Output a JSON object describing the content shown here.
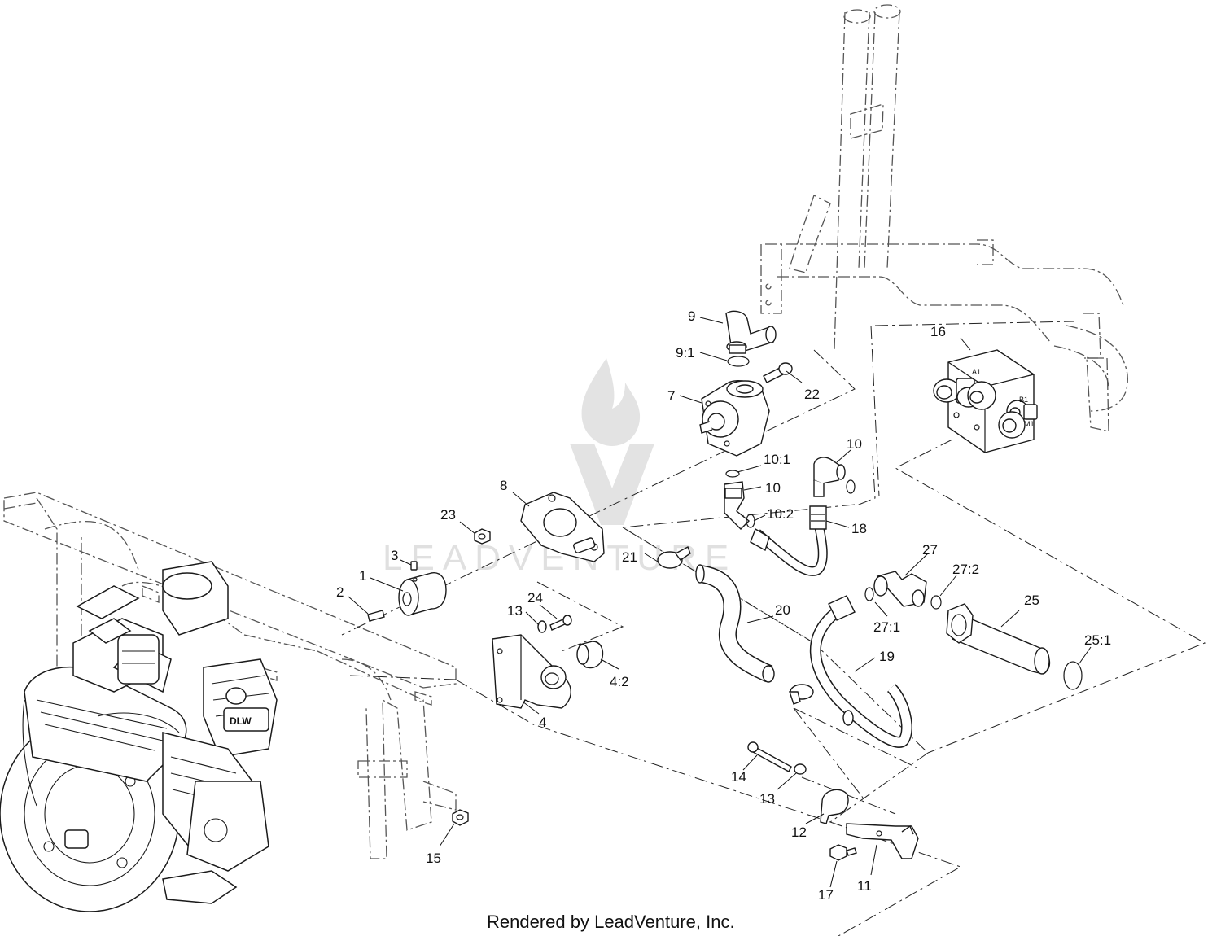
{
  "footer": {
    "credit": "Rendered by LeadVenture, Inc."
  },
  "watermark": {
    "text": "LEADVENTURE"
  },
  "callouts": {
    "c1": "1",
    "c2": "2",
    "c3": "3",
    "c4": "4",
    "c4_2": "4:2",
    "c7": "7",
    "c8": "8",
    "c9": "9",
    "c9_1": "9:1",
    "c10a": "10",
    "c10b": "10",
    "c10_1": "10:1",
    "c10_2": "10:2",
    "c11": "11",
    "c12": "12",
    "c13a": "13",
    "c13b": "13",
    "c14": "14",
    "c15": "15",
    "c16": "16",
    "c17": "17",
    "c18": "18",
    "c19": "19",
    "c20": "20",
    "c21": "21",
    "c22": "22",
    "c23": "23",
    "c24": "24",
    "c25": "25",
    "c25_1": "25:1",
    "c27": "27",
    "c27_1": "27:1",
    "c27_2": "27:2"
  },
  "valve_markings": {
    "port_a": "A1",
    "port_b": "B1",
    "port_m": "M1"
  },
  "engine_marking": {
    "label": "DLW"
  }
}
